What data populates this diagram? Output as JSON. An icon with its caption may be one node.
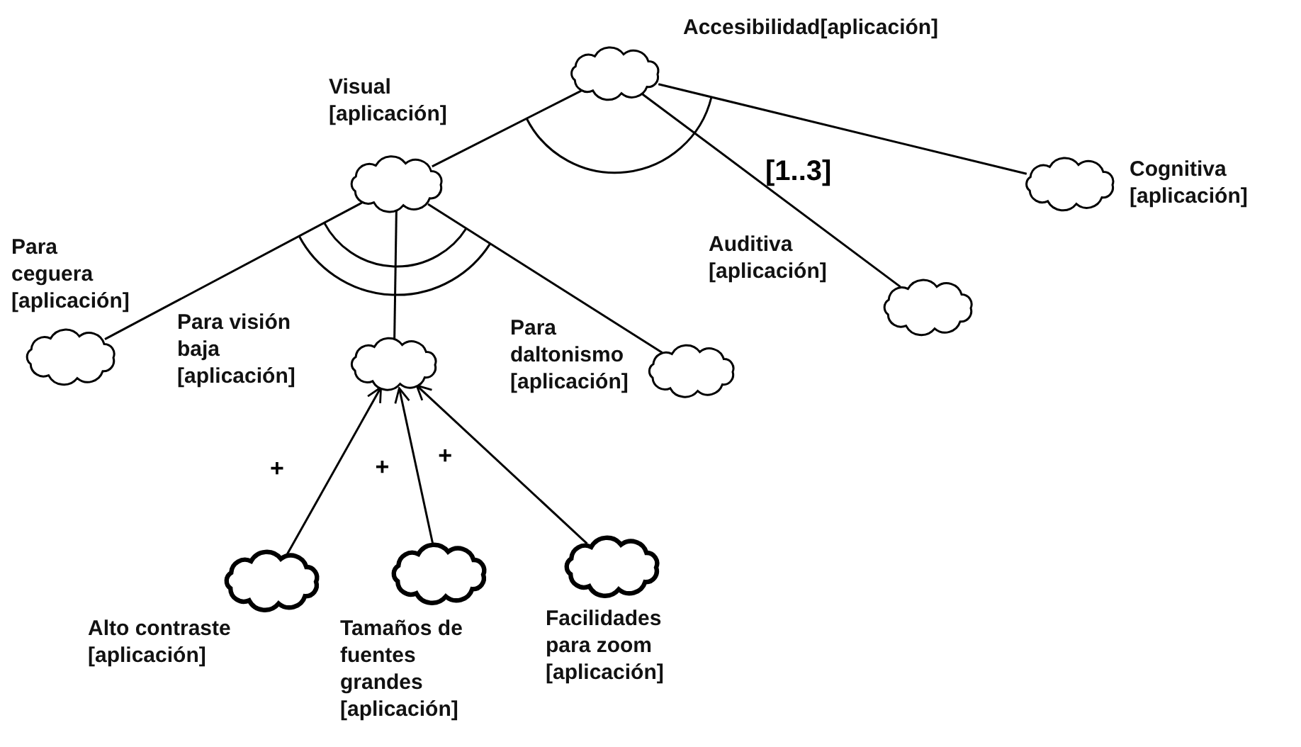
{
  "diagram": {
    "nodes": [
      {
        "text": [
          "Accesibilidad[aplicación]"
        ]
      },
      {
        "text": [
          "Visual [aplicación]"
        ]
      },
      {
        "text": [
          "Cognitiva [aplicación]"
        ]
      },
      {
        "text": [
          "Para ceguera [aplicación]"
        ]
      },
      {
        "text": [
          "Auditiva [aplicación]"
        ]
      },
      {
        "text": [
          "Para visión baja [aplicación]"
        ]
      },
      {
        "text": [
          "Para daltonismo [aplicación]"
        ]
      },
      {
        "text": [
          "Alto contraste [aplicación]"
        ]
      },
      {
        "text": [
          "Tamaños de fuentes grandes [aplicación]"
        ]
      },
      {
        "text": [
          "Facilidades para zoom [aplicación]"
        ]
      }
    ],
    "edges": [
      {
        "from": 0,
        "to": 1,
        "arrow": "none"
      },
      {
        "from": 0,
        "to": 4,
        "arrow": "none"
      },
      {
        "from": 0,
        "to": 2,
        "arrow": "none"
      },
      {
        "from": 1,
        "to": 3,
        "arrow": "none"
      },
      {
        "from": 1,
        "to": 5,
        "arrow": "none"
      },
      {
        "from": 1,
        "to": 6,
        "arrow": "none"
      },
      {
        "from": 7,
        "to": 5,
        "arrow": "to",
        "label": "+"
      },
      {
        "from": 8,
        "to": 5,
        "arrow": "to",
        "label": "+"
      },
      {
        "from": 9,
        "to": 5,
        "arrow": "to",
        "label": "+"
      }
    ],
    "labels": [
      "[1..3]"
    ]
  }
}
